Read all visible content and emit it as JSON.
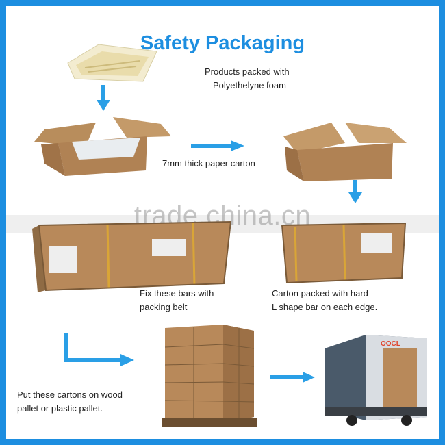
{
  "title": "Safety Packaging",
  "captions": {
    "foam": [
      "Products packed with",
      "Polyethelyne foam"
    ],
    "carton": "7mm thick paper carton",
    "bars": [
      "Fix these bars with",
      "packing belt"
    ],
    "lbar": [
      "Carton packed with hard",
      "L shape bar on each edge."
    ],
    "pallet": [
      "Put these cartons on wood",
      "pallet or plastic pallet."
    ]
  },
  "watermark": "trade.china.cn",
  "container_logo": "OOCL",
  "colors": {
    "accent": "#1d8ee0",
    "cardboard": "#c19968",
    "cardboard_dark": "#8f6b44",
    "arrow": "#2a9fe6"
  }
}
